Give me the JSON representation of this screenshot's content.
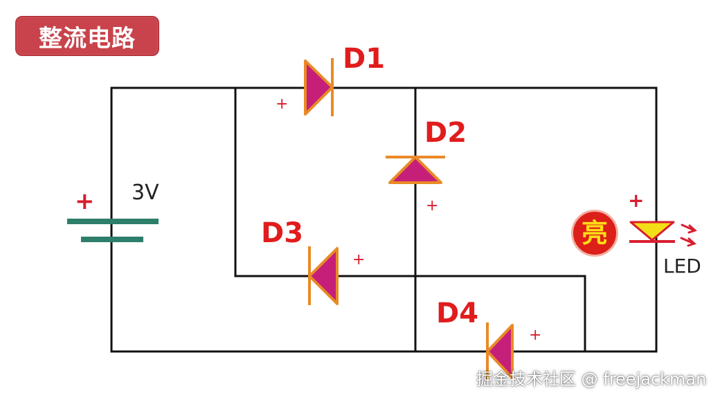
{
  "title": "整流电路",
  "battery": {
    "plus": "+",
    "voltage": "3V"
  },
  "diodes": {
    "d1": {
      "label": "D1",
      "plus": "+"
    },
    "d2": {
      "label": "D2",
      "plus": "+"
    },
    "d3": {
      "label": "D3",
      "plus": "+"
    },
    "d4": {
      "label": "D4",
      "plus": "+"
    }
  },
  "led": {
    "plus": "+",
    "label": "LED",
    "status": "亮"
  },
  "watermark": "掘金技术社区 @ freejackman",
  "colors": {
    "title_bg": "#c8434b",
    "wire": "#111111",
    "diode_fill": "#c51f7a",
    "diode_outline": "#e98a26",
    "battery": "#2d7e6a",
    "led_fill": "#f2df18",
    "label_red": "#e11c1c",
    "status_badge": "#dc1f18"
  }
}
